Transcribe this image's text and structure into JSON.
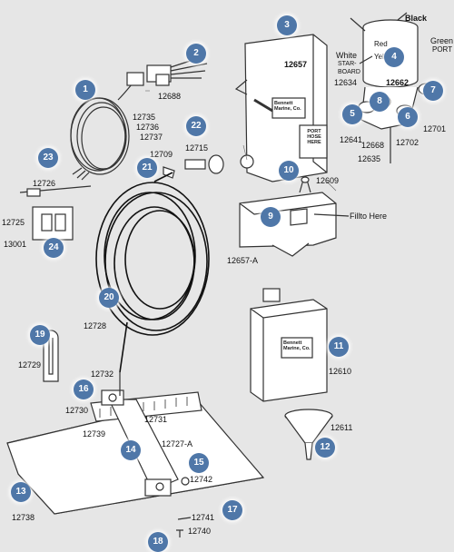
{
  "callouts": [
    "1",
    "2",
    "3",
    "4",
    "5",
    "6",
    "7",
    "8",
    "9",
    "10",
    "11",
    "12",
    "13",
    "14",
    "15",
    "16",
    "17",
    "18",
    "19",
    "20",
    "21",
    "22",
    "23",
    "24"
  ],
  "parts": {
    "p12688": "12688",
    "p12735": "12735",
    "p12736": "12736",
    "p12737": "12737",
    "p12657": "12657",
    "p12662": "12662",
    "p12634": "12634",
    "p12641": "12641",
    "p12668": "12668",
    "p12702": "12702",
    "p12701": "12701",
    "p12635": "12635",
    "p12715": "12715",
    "p12709": "12709",
    "p12609": "12609",
    "p12726": "12726",
    "p12725": "12725",
    "p13001": "13001",
    "p12657a": "12657-A",
    "p12728": "12728",
    "p12729": "12729",
    "p12610": "12610",
    "p12732": "12732",
    "p12730": "12730",
    "p12731": "12731",
    "p12739": "12739",
    "p12727a": "12727-A",
    "p12742": "12742",
    "p12611": "12611",
    "p12738": "12738",
    "p12741": "12741",
    "p12740": "12740"
  },
  "labels": {
    "black": "Black",
    "green": "Green",
    "port": "PORT",
    "white": "White",
    "red": "Red",
    "yellow": "Yellow",
    "star": "STAR-",
    "board": "BOARD",
    "fill": "Fillto Here"
  },
  "print": {
    "port_hose_1": "PORT",
    "port_hose_2": "HOSE",
    "port_hose_3": "HERE",
    "brand_1": "Bennett",
    "brand_2": "Marine, Co."
  }
}
